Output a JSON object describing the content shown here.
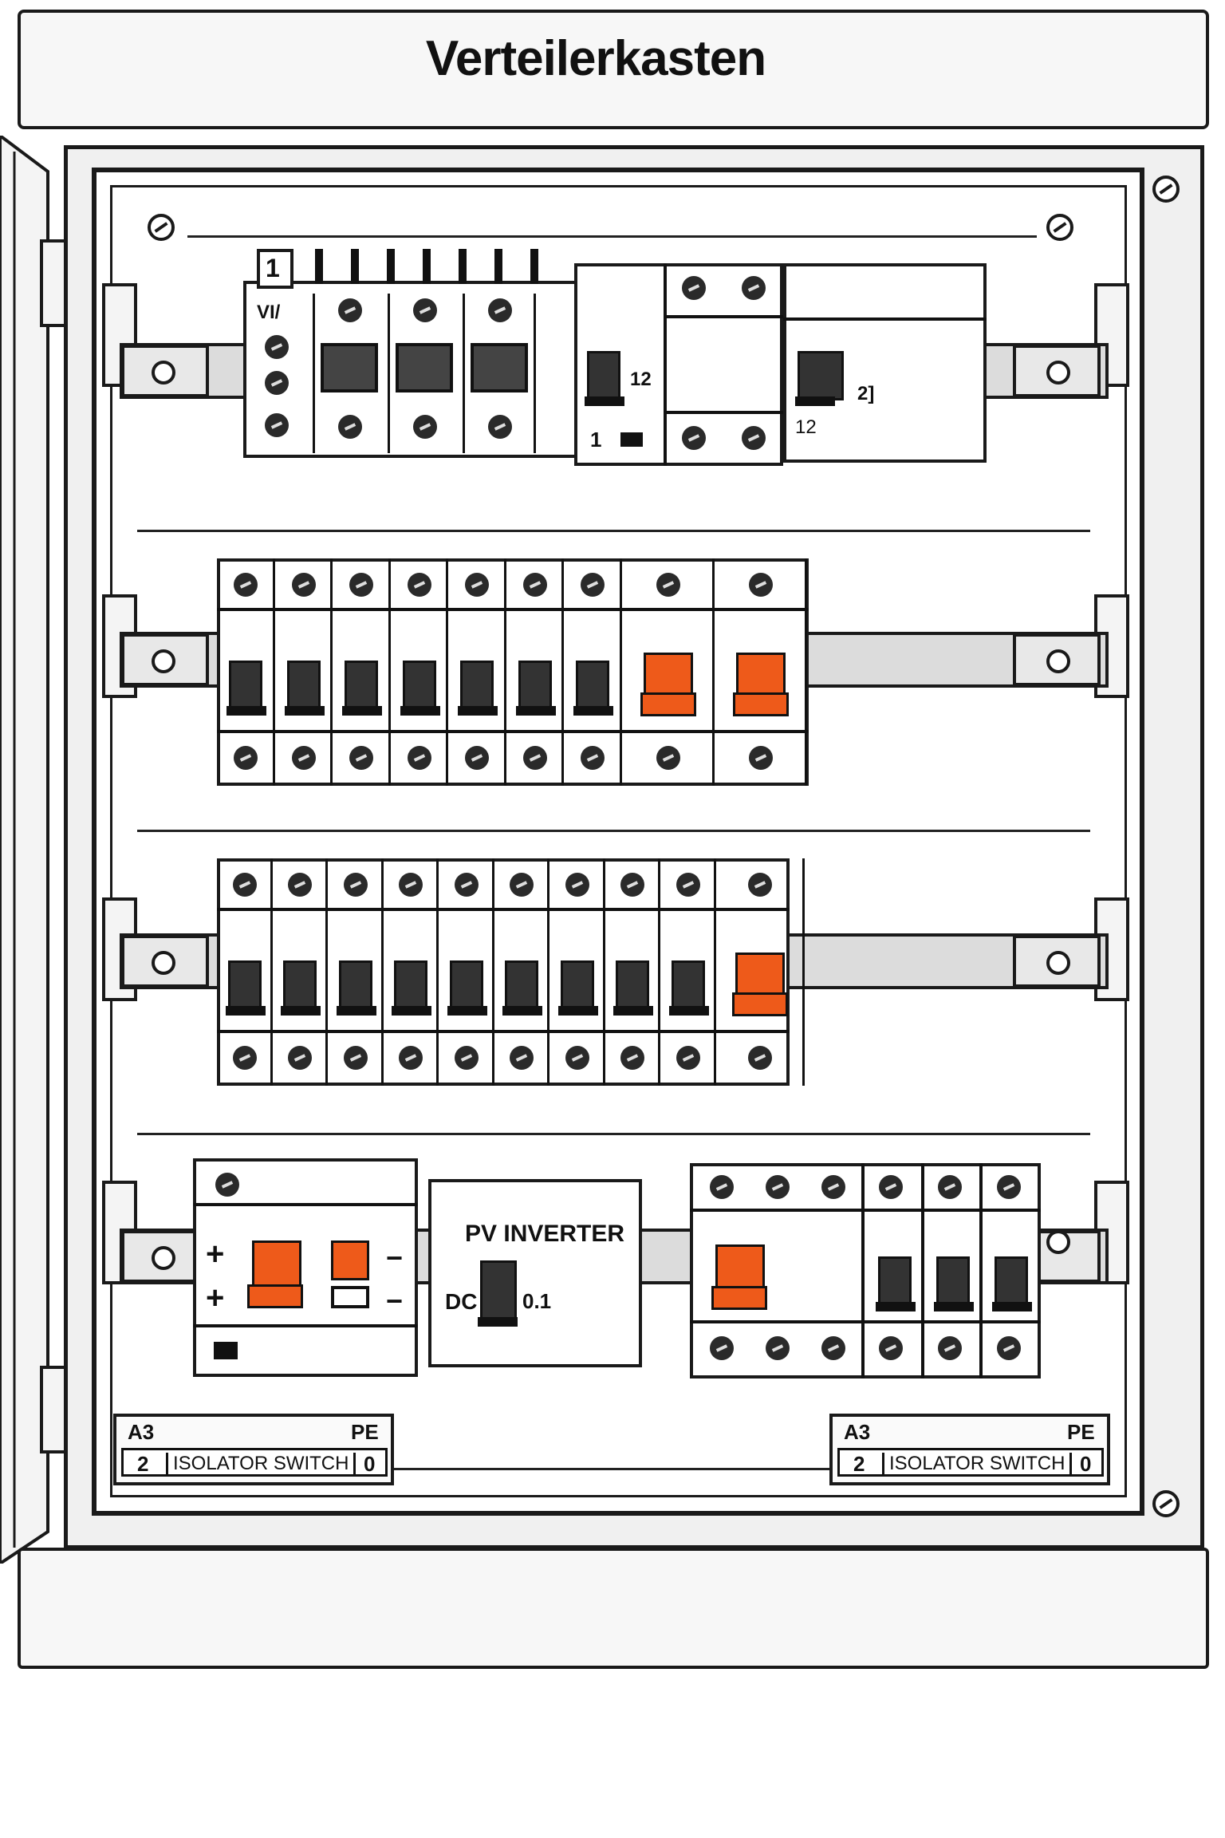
{
  "title": "Verteilerkasten",
  "top_row": {
    "block_number": "1",
    "block_mark": "VI/",
    "rcd_left_num": "12",
    "rcd_left_bottom": "1",
    "rcd_right_mark": "2]",
    "rcd_right_bottom": "12"
  },
  "row2": {
    "black_breakers": 7,
    "orange_breakers": 2
  },
  "row3": {
    "black_breakers": 9,
    "orange_breakers": 1
  },
  "bottom_row": {
    "plus_1": "+",
    "plus_2": "+",
    "minus_1": "−",
    "minus_2": "−",
    "pv_label": "PV INVERTER",
    "dc_label": "DC",
    "dc_value": "0.1"
  },
  "isolators": [
    {
      "code": "A3",
      "pe": "PE",
      "num": "2",
      "label": "ISOLATOR SWITCH",
      "zero": "0"
    },
    {
      "code": "A3",
      "pe": "PE",
      "num": "2",
      "label": "ISOLATOR SWITCH",
      "zero": "0"
    }
  ],
  "colors": {
    "accent": "#ee5a1a",
    "outline": "#1a1a1a"
  }
}
